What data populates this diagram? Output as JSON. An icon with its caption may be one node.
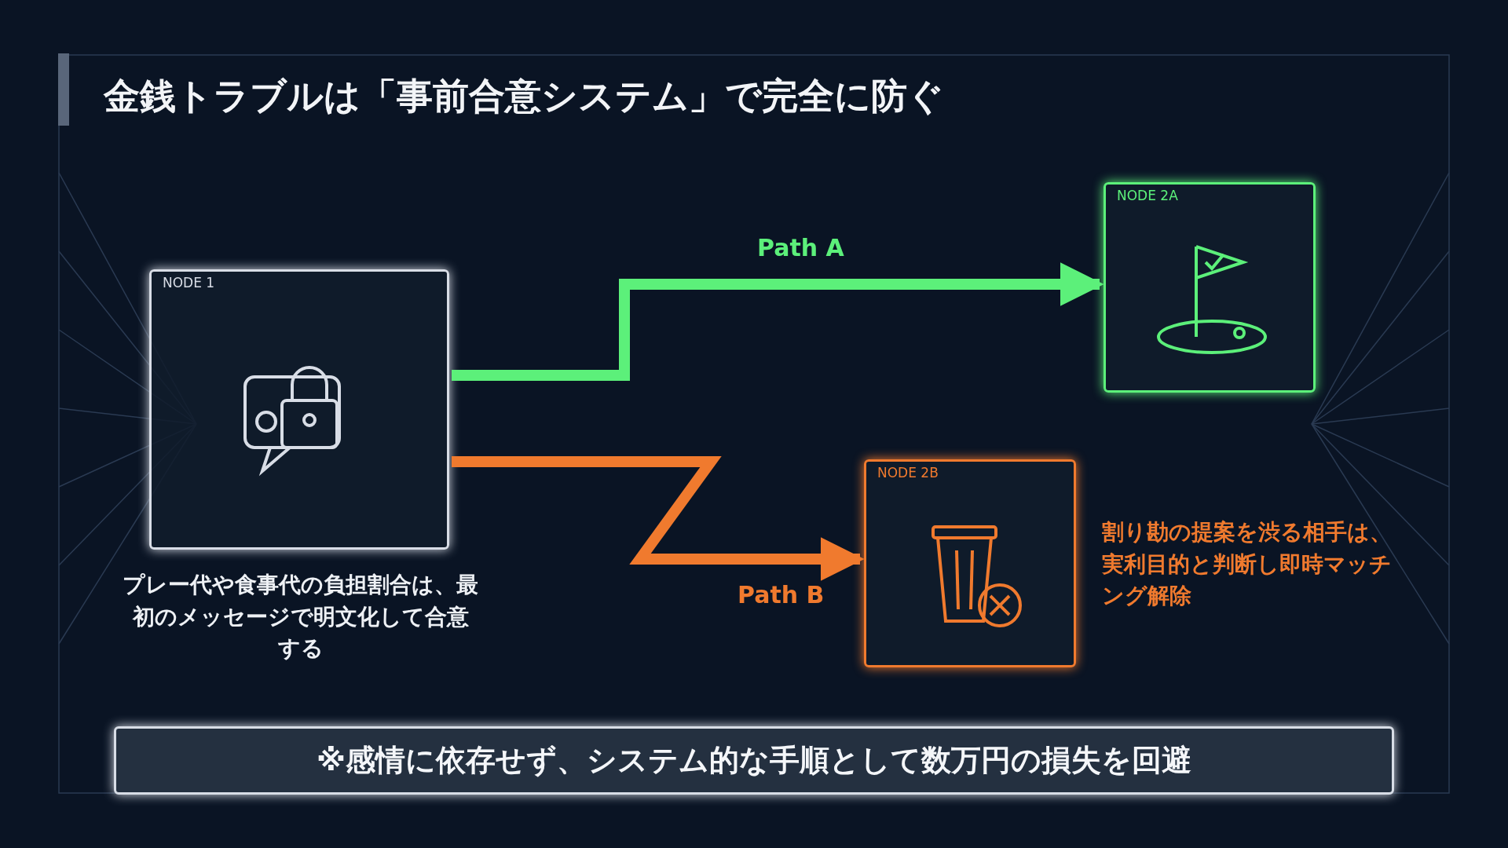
{
  "diagram": {
    "title": "金銭トラブルは「事前合意システム」で完全に防ぐ",
    "nodes": [
      {
        "text": [
          "NODE 1"
        ],
        "beside": [
          "プレー代や食事代の負担割合は、最初のメッセージで明文化して合意する"
        ]
      },
      {
        "text": [
          "NODE 2A"
        ]
      },
      {
        "text": [
          "NODE 2B"
        ],
        "beside": [
          "割り勘の提案を渋る相手は、実利目的と判断し即時マッチング解除"
        ]
      },
      {
        "text": [
          "※感情に依存せず、システム的な手順として数万円の損失を回避"
        ]
      }
    ],
    "edges": [
      {
        "from": 0,
        "to": 1,
        "arrow": "to",
        "label": "Path A",
        "color": "#5cf07a"
      },
      {
        "from": 0,
        "to": 2,
        "arrow": "to",
        "label": "Path B",
        "color": "#f07a2e"
      }
    ]
  }
}
